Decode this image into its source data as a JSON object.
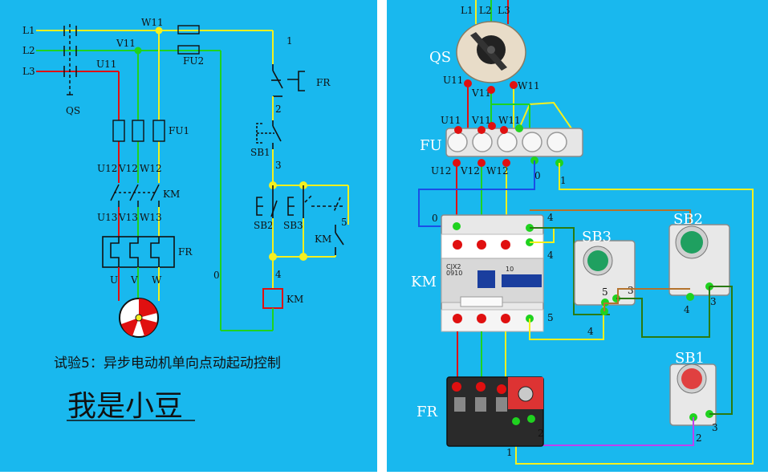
{
  "left_panel": {
    "lines": {
      "l1": "L1",
      "l2": "L2",
      "l3": "L3"
    },
    "qs": "QS",
    "w11": "W11",
    "v11": "V11",
    "u11": "U11",
    "fu2": "FU2",
    "fu1": "FU1",
    "u12": "U12",
    "v12": "V12",
    "w12": "W12",
    "km_contact": "KM",
    "u13": "U13",
    "v13": "V13",
    "w13": "W13",
    "fr_heater": "FR",
    "u": "U",
    "v": "V",
    "w": "W",
    "n0": "0",
    "n1": "1",
    "n2": "2",
    "n3": "3",
    "n4": "4",
    "n5": "5",
    "fr_contact": "FR",
    "sb1": "SB1",
    "sb2": "SB2",
    "sb3": "SB3",
    "km_aux": "KM",
    "km_coil": "KM",
    "caption": "试验5：异步电动机单向点动起动控制",
    "signature": "我是小豆"
  },
  "right_panel": {
    "lines": {
      "l1": "L1",
      "l2": "L2",
      "l3": "L3"
    },
    "qs": "QS",
    "u11": "U11",
    "v11": "V11",
    "w11": "W11",
    "fu_u11": "U11",
    "fu_v11": "V11",
    "fu_w11": "W11",
    "fu": "FU",
    "u12": "U12",
    "v12": "V12",
    "w12": "W12",
    "t0": "0",
    "t1": "1",
    "km": "KM",
    "km_brand": "CJX2",
    "km_model": "0910",
    "km_10": "10",
    "km_4a": "4",
    "km_4b": "4",
    "km_5": "5",
    "km_0": "0",
    "sb3": "SB3",
    "sb2": "SB2",
    "sb1": "SB1",
    "sb3_5": "5",
    "sb3_3": "3",
    "sb3_4": "4",
    "sb2_4": "4",
    "sb2_3": "3",
    "sb1_3": "3",
    "sb1_2": "2",
    "fr": "FR",
    "fr_1": "1",
    "fr_2": "2"
  },
  "colors": {
    "background": "#19b8ee",
    "yellow": "#f5f01e",
    "green": "#1fd21f",
    "red": "#e01010",
    "blue": "#1a4ee6",
    "brown": "#b4732d",
    "dark_green": "#2a7a10",
    "magenta": "#c040f0"
  }
}
